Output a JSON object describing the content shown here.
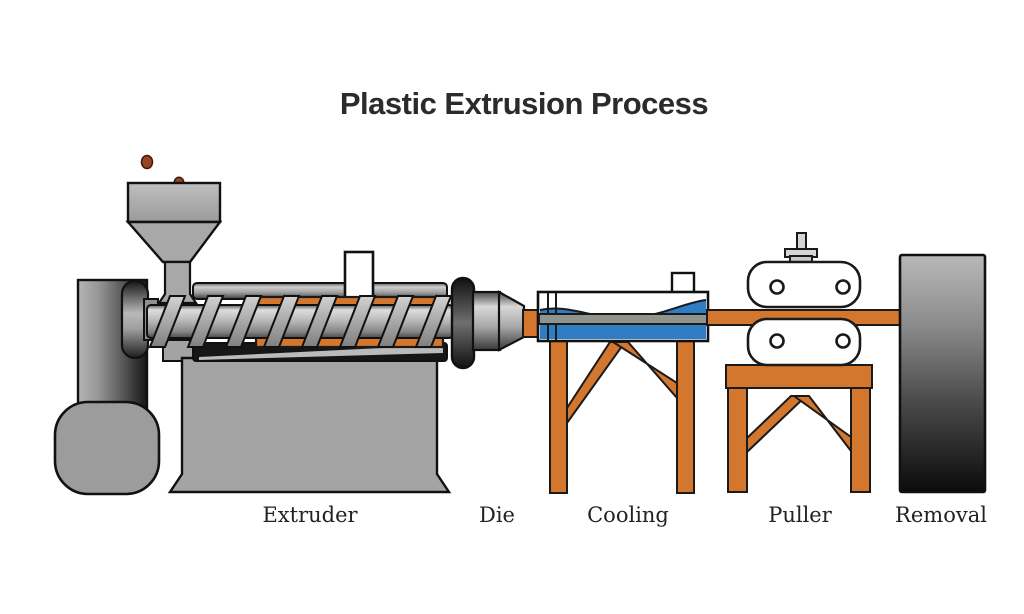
{
  "title": "Plastic Extrusion Process",
  "stages": [
    {
      "id": "extruder",
      "label": "Extruder"
    },
    {
      "id": "die",
      "label": "Die"
    },
    {
      "id": "cooling",
      "label": "Cooling"
    },
    {
      "id": "puller",
      "label": "Puller"
    },
    {
      "id": "removal",
      "label": "Removal"
    }
  ],
  "colors": {
    "orange": "#d3762e",
    "water_blue": "#2f7dc4",
    "ink": "#1a1a1a",
    "machine_gray": "#a6a6a6",
    "pellet_brown": "#9a451d",
    "strand_gray": "#8f948c",
    "background": "#ffffff",
    "title_text": "#2b2b2b",
    "label_text": "#222222"
  }
}
